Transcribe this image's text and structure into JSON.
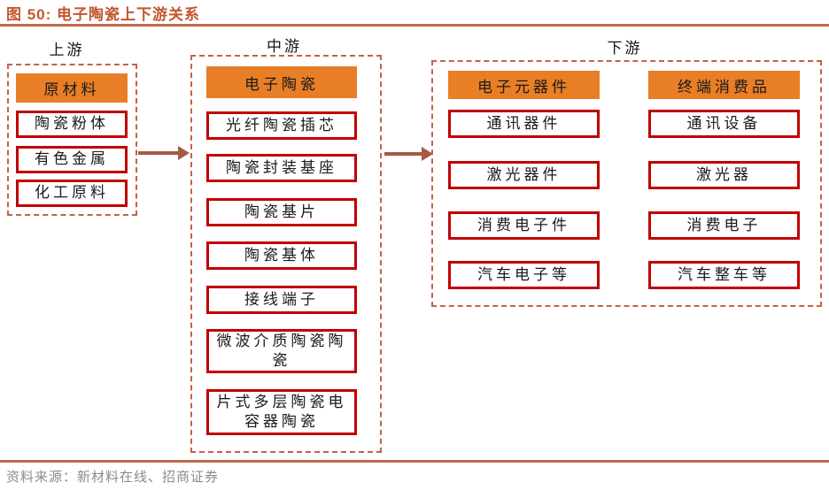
{
  "header": {
    "title": "图 50: 电子陶瓷上下游关系"
  },
  "footer": {
    "source": "资料来源：新材料在线、招商证券"
  },
  "colors": {
    "title_text": "#C2572F",
    "rule": "#C26A4C",
    "orange_header_fill": "#E87E26",
    "solid_box_border": "#C00000",
    "dashed_group_border": "#C4614A",
    "arrow": "#A35B44",
    "source_text": "#8A8A8A",
    "body_text": "#1A1A1A"
  },
  "diagram": {
    "upstream": {
      "label": "上游",
      "header": "原材料",
      "items": [
        "陶瓷粉体",
        "有色金属",
        "化工原料"
      ]
    },
    "midstream": {
      "label": "中游",
      "header": "电子陶瓷",
      "items": [
        "光纤陶瓷插芯",
        "陶瓷封装基座",
        "陶瓷基片",
        "陶瓷基体",
        "接线端子",
        "微波介质陶瓷陶\n瓷",
        "片式多层陶瓷电\n容器陶瓷"
      ]
    },
    "downstream": {
      "label": "下游",
      "columns": [
        {
          "header": "电子元器件",
          "items": [
            "通讯器件",
            "激光器件",
            "消费电子件",
            "汽车电子等"
          ]
        },
        {
          "header": "终端消费品",
          "items": [
            "通讯设备",
            "激光器",
            "消费电子",
            "汽车整车等"
          ]
        }
      ]
    }
  }
}
